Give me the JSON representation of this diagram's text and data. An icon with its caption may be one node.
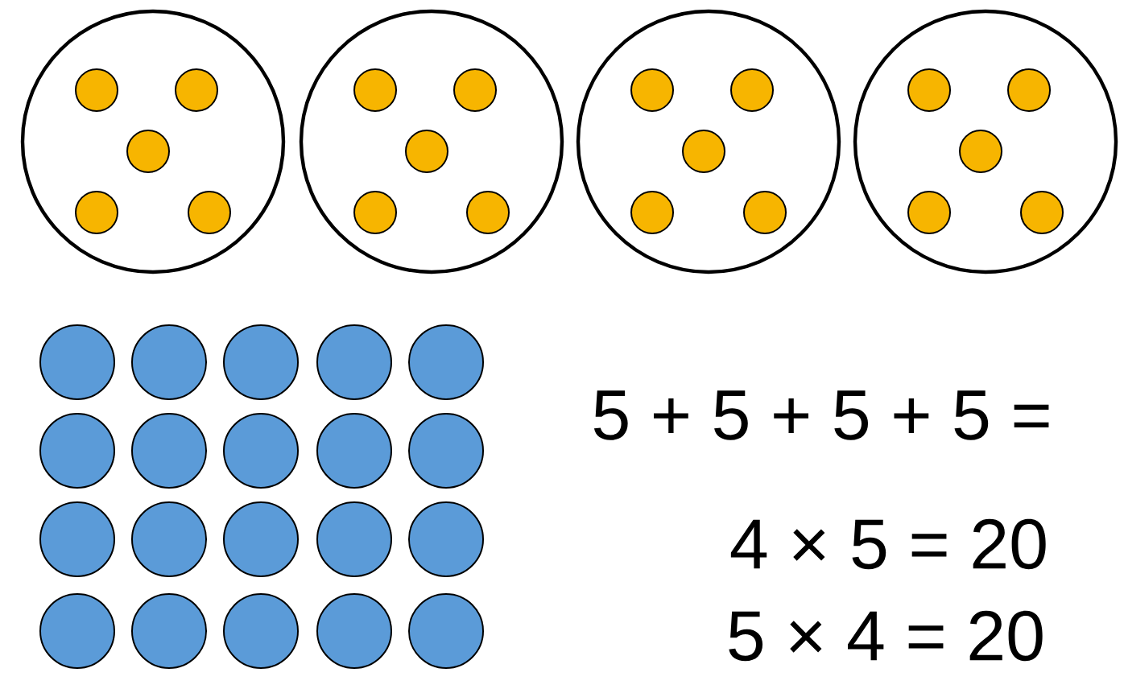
{
  "diagram": {
    "labels": [
      "5 + 5 + 5 + 5 =",
      "4 × 5 = 20",
      "5 × 4 = 20"
    ]
  }
}
